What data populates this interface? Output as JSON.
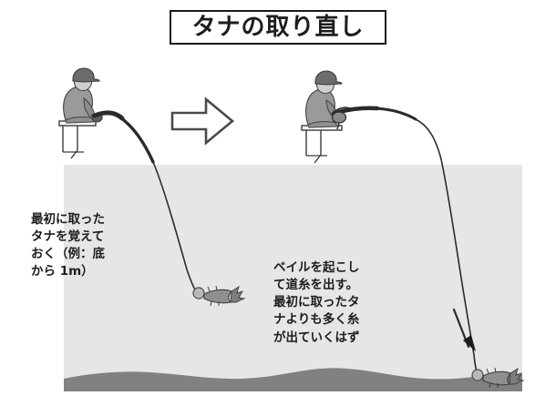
{
  "title": {
    "text": "タナの取り直し"
  },
  "colors": {
    "background": "#ffffff",
    "water": "#e6e6e6",
    "seabed": "#7f8183",
    "ink": "#1d1d1d",
    "figure_body": "#9a9a9a",
    "figure_dark": "#6c6c6c",
    "line": "#2b2b2b"
  },
  "captions": {
    "left": "最初に取った\nタナを覚えて\nおく（例：底\nから 1m）",
    "right": "ベイルを起こし\nて道糸を出す。\n最初に取ったタ\nナよりも多く糸\nが出ていくはず"
  },
  "scene": {
    "transition_arrow": "right-arrow",
    "sink_arrow": "down-arrow",
    "left_panel": {
      "label": "before",
      "angler": "seated-angler-rod-bent-down",
      "stool": "folding-stool",
      "lure": "squid-jig-mid-water",
      "lure_state": "suspended-above-seabed"
    },
    "right_panel": {
      "label": "after",
      "angler": "seated-angler-rod-horizontal",
      "stool": "folding-stool",
      "lure": "squid-jig-on-seabed",
      "lure_state": "resting-on-bottom"
    }
  }
}
